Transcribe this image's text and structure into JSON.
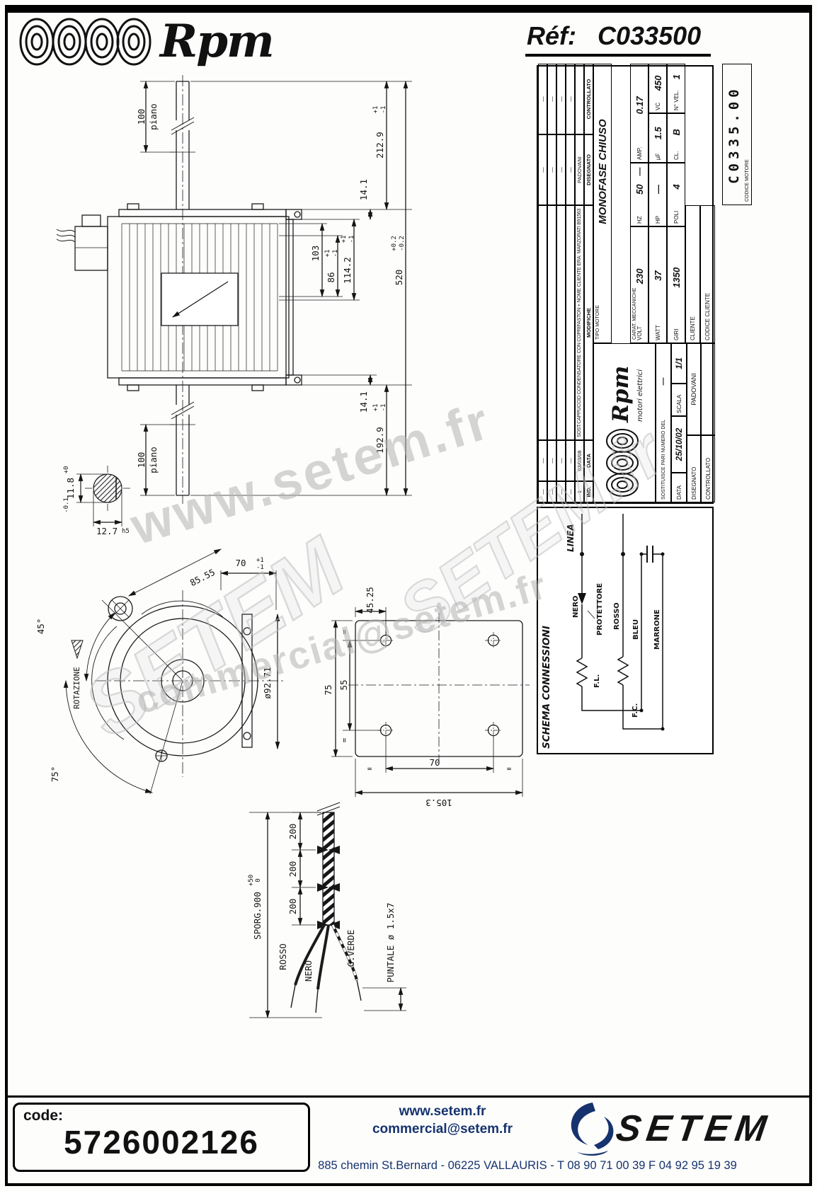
{
  "header": {
    "brand": "Rpm",
    "ref_label": "Réf:",
    "ref_value": "C033500"
  },
  "titleblock": {
    "rev_rows": [
      {
        "ind": "—",
        "date": "—",
        "desc": "",
        "dis": "—",
        "con": "—"
      },
      {
        "ind": "—",
        "date": "—",
        "desc": "",
        "dis": "—",
        "con": "—"
      },
      {
        "ind": "—",
        "date": "—",
        "desc": "",
        "dis": "—",
        "con": "—"
      },
      {
        "ind": "—",
        "date": "—",
        "desc": "",
        "dis": "—",
        "con": "—"
      },
      {
        "ind": "1",
        "date": "03/03/08",
        "desc": "SOST.CAPPUCCIO CONDENSATORE CON COPRIFASTON + NOME CLIENTE ERA: MARZORATI B91563",
        "dis": "PADOVANI",
        "con": ""
      }
    ],
    "rev_header": {
      "ind": "IND.",
      "date": "DATA",
      "desc": "MODIFICHE",
      "dis": "DISEGNATO",
      "con": "CONTROLLATO"
    },
    "tipo_label": "TIPO MOTORE",
    "tipo_value": "MONOFASE CHIUSO",
    "carat_label": "CARAT. MECCANICHE",
    "carat_value": "—",
    "fields": {
      "volt_label": "VOLT",
      "volt": "230",
      "hz_label": "HZ",
      "hz": "50",
      "amp_label": "AMP.",
      "amp": "0.17",
      "watt_label": "WATT",
      "watt": "37",
      "hp_label": "HP",
      "hp": "—",
      "uf_label": "µF",
      "uf": "1.5",
      "vc_label": "VC",
      "vc": "450",
      "giri_label": "GIRI",
      "giri": "1350",
      "poli_label": "POLI",
      "poli": "4",
      "cl_label": "CL.",
      "cl": "B",
      "nvel_label": "N° VEL.",
      "nvel": "1"
    },
    "cliente_label": "CLIENTE",
    "codice_cliente_label": "CODICE CLIENTE",
    "codice_motore_label": "CODICE MOTORE",
    "codice_motore": "C0335.00",
    "logo": {
      "brand": "Rpm",
      "sub": "motori elettrici"
    },
    "sost_label": "SOSTITUISCE PARI NUMERO DEL",
    "sost_value": "—",
    "data_label": "DATA",
    "data_value": "25/10/02",
    "scala_label": "SCALA",
    "scala_value": "1/1",
    "disegnato_label": "DISEGNATO",
    "disegnato_value": "PADOVANI",
    "controllato_label": "CONTROLLATO",
    "controllato_value": ""
  },
  "schema": {
    "title": "SCHEMA CONNESSIONI",
    "linea": "LINEA",
    "nero": "NERO",
    "protettore": "PROTETTORE",
    "rosso": "ROSSO",
    "bleu": "BLEU",
    "marrone": "MARRONE",
    "fl": "F.L.",
    "fc": "F.C."
  },
  "side_view": {
    "piano_top_num": "100",
    "piano_top_lbl": "piano",
    "d2129": "212.9",
    "d2129_tp": "+1",
    "d2129_tm": "-1",
    "d141_top": "14.1",
    "d103": "103",
    "d86": "86",
    "d86_tp": "+1",
    "d86_tm": "-1",
    "d1142": "114.2",
    "d1142_tp": "+1",
    "d1142_tm": "-1",
    "d520": "520",
    "d520_tp": "+0.2",
    "d520_tm": "-0.2",
    "d141_bot": "14.1",
    "d1929": "192.9",
    "d1929_tp": "+1",
    "d1929_tm": "-1",
    "piano_bot_num": "100",
    "piano_bot_lbl": "piano",
    "shaft_d": "12.7",
    "shaft_fit": "h5",
    "flat": "11.8",
    "flat_tp": "+0",
    "flat_tm": "-0.1"
  },
  "front_view": {
    "a45": "45°",
    "a75": "75°",
    "rotazione": "ROTAZIONE",
    "d8555": "85.55",
    "d70": "70",
    "d70_tp": "+1",
    "d70_tm": "-1",
    "dia": "ø92.71"
  },
  "plate": {
    "d4525": "45.25",
    "d75": "75",
    "d55": "55",
    "d70": "70",
    "d1053": "105.3",
    "eq": "="
  },
  "cable": {
    "d200": "200",
    "sporg": "SPORG.900",
    "sporg_tp": "+50",
    "sporg_tm": "0",
    "rosso": "ROSSO",
    "nero": "NERO",
    "verde": "G.VERDE",
    "puntale": "PUNTALE ø 1.5x7"
  },
  "watermark": {
    "w1": "www.setem.fr",
    "w2": "SETEM",
    "w3": "SETEM.fr",
    "w4": "commercial@setem.fr"
  },
  "footer": {
    "code_label": "code:",
    "code_value": "5726002126",
    "website": "www.setem.fr",
    "email": "commercial@setem.fr",
    "address": "885 chemin St.Bernard  -  06225 VALLAURIS  -  T 08 90 71 00 39   F 04 92 95 19 39",
    "brand": "SETEM"
  }
}
